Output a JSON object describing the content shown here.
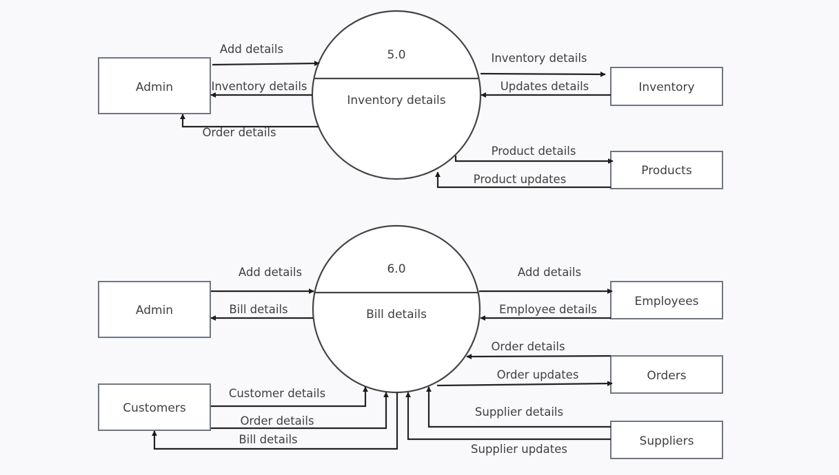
{
  "process_top": {
    "id": "5.0",
    "name": "Inventory details"
  },
  "process_bottom": {
    "id": "6.0",
    "name": "Bill details"
  },
  "entities": {
    "admin_top": "Admin",
    "inventory": "Inventory",
    "products": "Products",
    "admin_bottom": "Admin",
    "employees": "Employees",
    "orders": "Orders",
    "customers": "Customers",
    "suppliers": "Suppliers"
  },
  "flows": {
    "admin_add_details_top": "Add details",
    "admin_inventory_details": "Inventory details",
    "admin_order_details": "Order details",
    "inventory_details_out": "Inventory details",
    "inventory_updates_details": "Updates details",
    "product_details": "Product details",
    "product_updates": "Product updates",
    "admin_add_details_bottom": "Add details",
    "admin_bill_details": "Bill details",
    "employees_add_details": "Add details",
    "employee_details": "Employee details",
    "order_details_in": "Order details",
    "order_updates": "Order updates",
    "customer_details": "Customer details",
    "customer_order_details": "Order details",
    "customer_bill_details": "Bill details",
    "supplier_details": "Supplier details",
    "supplier_updates": "Supplier updates"
  }
}
